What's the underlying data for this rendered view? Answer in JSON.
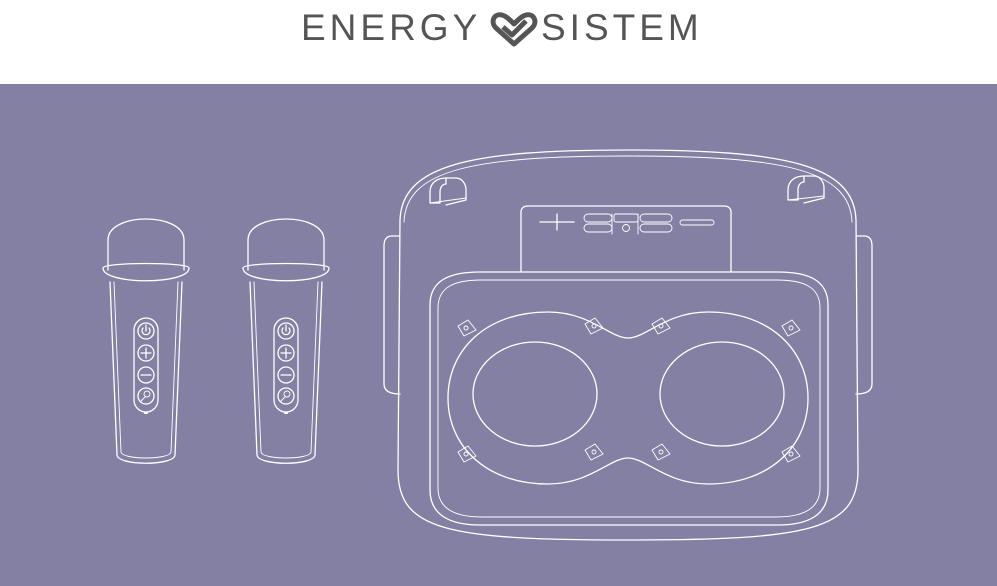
{
  "brand": {
    "name_left": "ENERGY",
    "name_right": "SISTEM",
    "logo_color": "#555555",
    "heart_icon": "heart-check-icon"
  },
  "panel": {
    "background_color": "#8480a4",
    "line_color": "#ffffff"
  },
  "microphones": [
    {
      "id": "mic-1",
      "buttons": [
        "power-icon",
        "plus-icon",
        "minus-icon",
        "mic-mute-icon"
      ]
    },
    {
      "id": "mic-2",
      "buttons": [
        "power-icon",
        "plus-icon",
        "minus-icon",
        "mic-mute-icon"
      ]
    }
  ],
  "speaker": {
    "control_panel_icons": [
      "plus-minus-icon",
      "power-icon"
    ],
    "woofer_count": 2
  }
}
